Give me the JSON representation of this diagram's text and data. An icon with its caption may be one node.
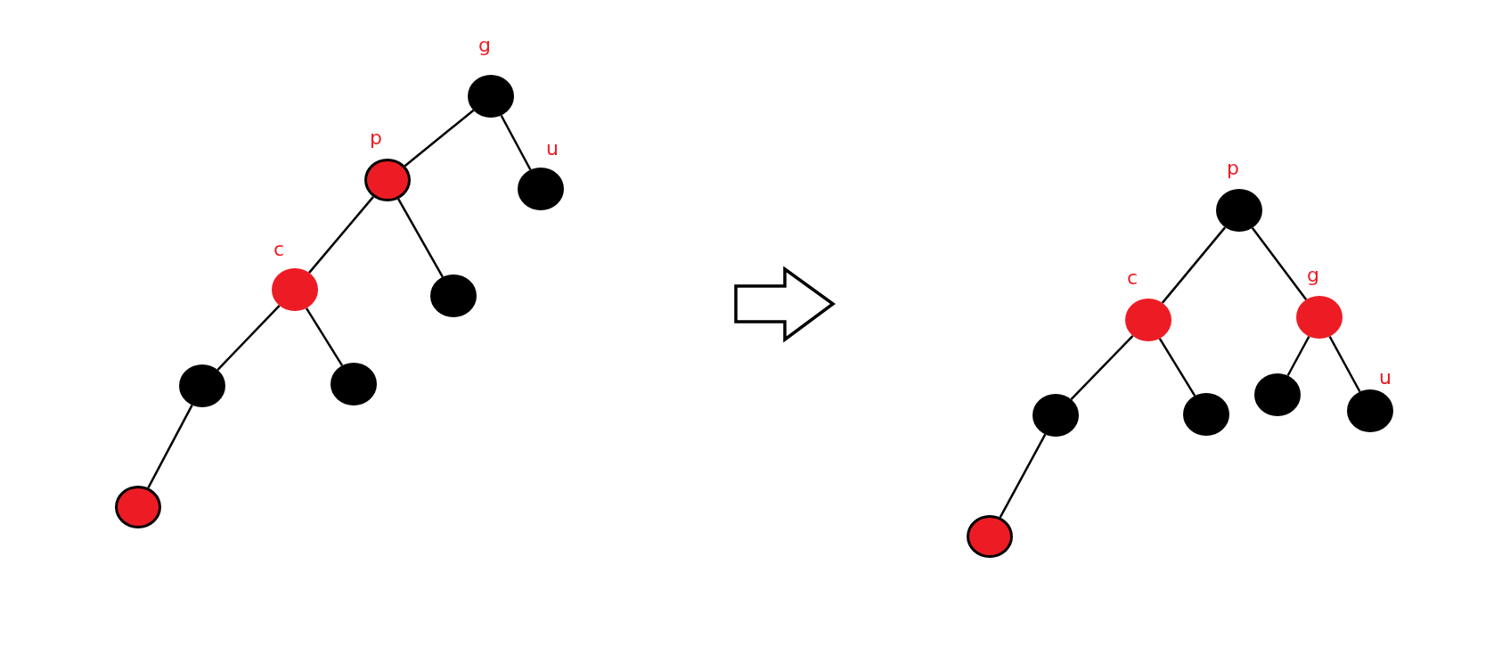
{
  "diagram": {
    "nodes": [
      {
        "text": [],
        "shape": "circle",
        "beside": [
          "g"
        ]
      },
      {
        "text": [],
        "shape": "circle",
        "beside": [
          "p"
        ]
      },
      {
        "text": [],
        "shape": "circle",
        "beside": [
          "u"
        ]
      },
      {
        "text": [],
        "shape": "circle",
        "beside": [
          "c"
        ]
      },
      {
        "text": [],
        "shape": "circle"
      },
      {
        "text": [],
        "shape": "circle"
      },
      {
        "text": [],
        "shape": "circle"
      },
      {
        "text": [],
        "shape": "circle"
      },
      {
        "text": [],
        "shape": "circle",
        "beside": [
          "p"
        ]
      },
      {
        "text": [],
        "shape": "circle",
        "beside": [
          "c"
        ]
      },
      {
        "text": [],
        "shape": "circle",
        "beside": [
          "g"
        ]
      },
      {
        "text": [],
        "shape": "circle"
      },
      {
        "text": [],
        "shape": "circle"
      },
      {
        "text": [],
        "shape": "circle"
      },
      {
        "text": [],
        "shape": "circle",
        "beside": [
          "u"
        ]
      },
      {
        "text": [],
        "shape": "circle"
      }
    ],
    "edges": [
      {
        "from": 0,
        "to": 1,
        "arrow": "none"
      },
      {
        "from": 0,
        "to": 2,
        "arrow": "none"
      },
      {
        "from": 1,
        "to": 3,
        "arrow": "none"
      },
      {
        "from": 1,
        "to": 4,
        "arrow": "none"
      },
      {
        "from": 3,
        "to": 5,
        "arrow": "none"
      },
      {
        "from": 3,
        "to": 6,
        "arrow": "none"
      },
      {
        "from": 5,
        "to": 7,
        "arrow": "none"
      },
      {
        "from": 8,
        "to": 9,
        "arrow": "none"
      },
      {
        "from": 8,
        "to": 10,
        "arrow": "none"
      },
      {
        "from": 9,
        "to": 11,
        "arrow": "none"
      },
      {
        "from": 9,
        "to": 12,
        "arrow": "none"
      },
      {
        "from": 10,
        "to": 13,
        "arrow": "none"
      },
      {
        "from": 10,
        "to": 14,
        "arrow": "none"
      },
      {
        "from": 11,
        "to": 15,
        "arrow": "none"
      }
    ]
  }
}
